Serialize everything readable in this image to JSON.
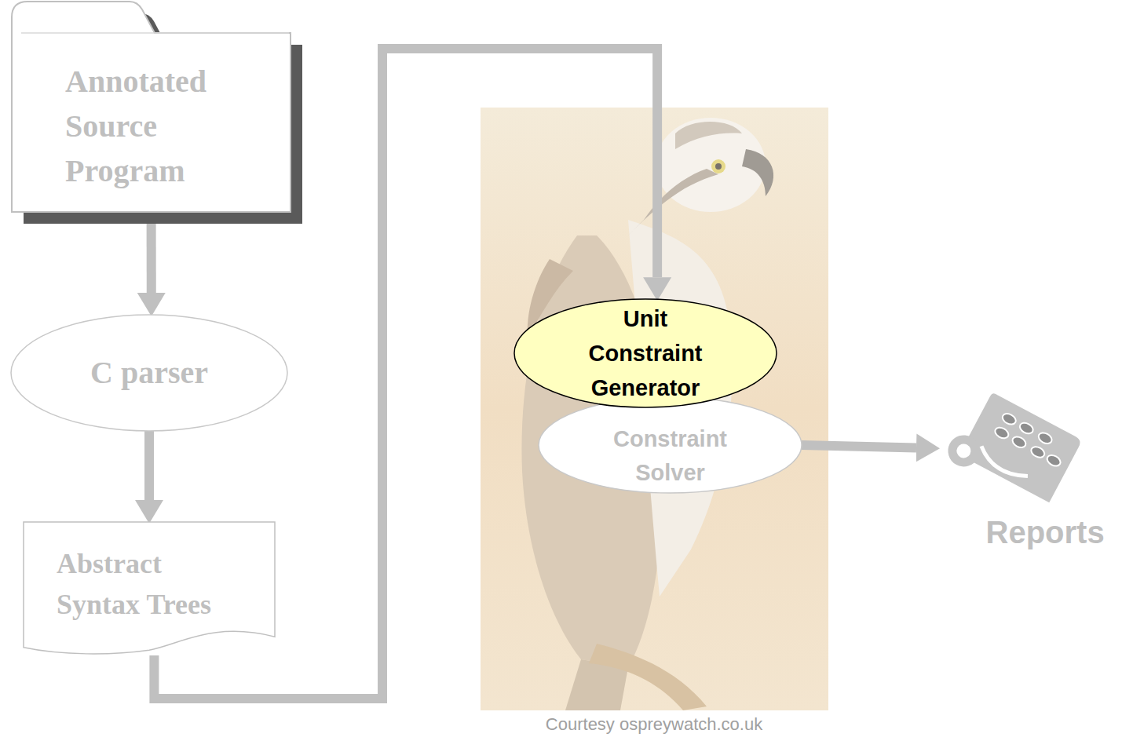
{
  "diagram": {
    "nodes": [
      {
        "text": [
          "Annotated Source Program"
        ]
      },
      {
        "text": [
          "C parser"
        ]
      },
      {
        "text": [
          "Abstract Syntax Trees"
        ]
      },
      {
        "text": [
          "Unit Constraint Generator"
        ]
      },
      {
        "text": [
          "Constraint Solver"
        ]
      },
      {
        "text": [
          "Reports"
        ]
      }
    ],
    "edges": [
      {
        "from": 0,
        "to": 1,
        "arrow": "to"
      },
      {
        "from": 1,
        "to": 2,
        "arrow": "to"
      },
      {
        "from": 2,
        "to": 3,
        "arrow": "to"
      },
      {
        "from": 4,
        "to": 5,
        "arrow": "to"
      }
    ],
    "labels": [
      "Courtesy ospreywatch.co.uk"
    ]
  }
}
